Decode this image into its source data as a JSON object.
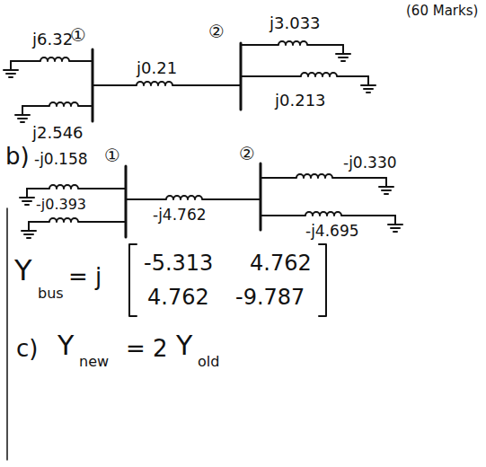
{
  "diagram": {
    "labels": [
      "(60 Marks)",
      "①",
      "②",
      "j6.32",
      "j0.21",
      "j3.033",
      "j2.546",
      "j0.213",
      "b)",
      "-j0.158",
      "①",
      "②",
      "-j0.330",
      "-j0.393",
      "-j4.762",
      "-j4.695",
      "Y",
      "bus",
      "= j",
      "-5.313",
      "4.762",
      "4.762",
      "-9.787",
      "c)",
      "Y",
      "new",
      "= 2",
      "Y",
      "old"
    ]
  }
}
